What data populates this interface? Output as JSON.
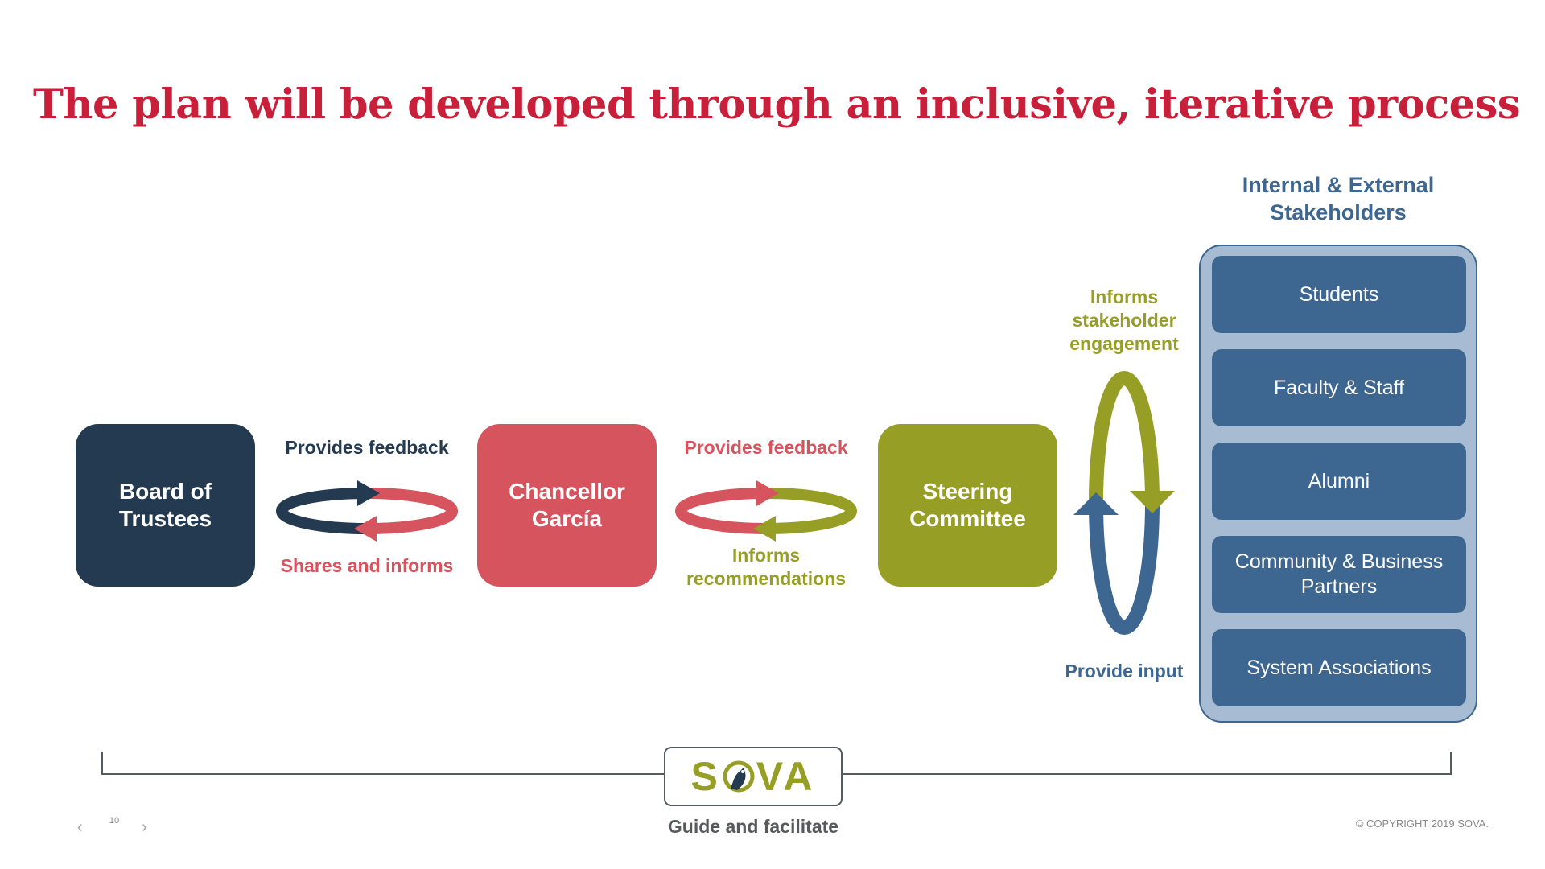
{
  "title": "The plan will be developed through an inclusive, iterative process",
  "colors": {
    "title_red": "#c8203a",
    "board_navy": "#233a50",
    "chancellor_red": "#d5545e",
    "steering_olive": "#979e26",
    "stakeholder_blue": "#3d6690",
    "panel_blue": "#a7bcd3",
    "gray_text": "#58595b"
  },
  "nodes": {
    "board": "Board of Trustees",
    "chancellor": "Chancellor García",
    "steering": "Steering Committee"
  },
  "cycles": {
    "board_chancellor": {
      "top": "Provides feedback",
      "bottom": "Shares and informs"
    },
    "chancellor_steering": {
      "top": "Provides feedback",
      "bottom": "Informs recommendations"
    },
    "steering_stakeholders": {
      "top": "Informs stakeholder engagement",
      "bottom": "Provide input"
    }
  },
  "stakeholders": {
    "heading": "Internal & External Stakeholders",
    "items": [
      "Students",
      "Faculty & Staff",
      "Alumni",
      "Community & Business Partners",
      "System Associations"
    ]
  },
  "footer": {
    "logo_text_left": "S",
    "logo_text_right": "VA",
    "caption": "Guide and facilitate",
    "page_number": "10",
    "copyright": "© COPYRIGHT 2019 SOVA.",
    "prev_icon": "‹",
    "next_icon": "›"
  }
}
